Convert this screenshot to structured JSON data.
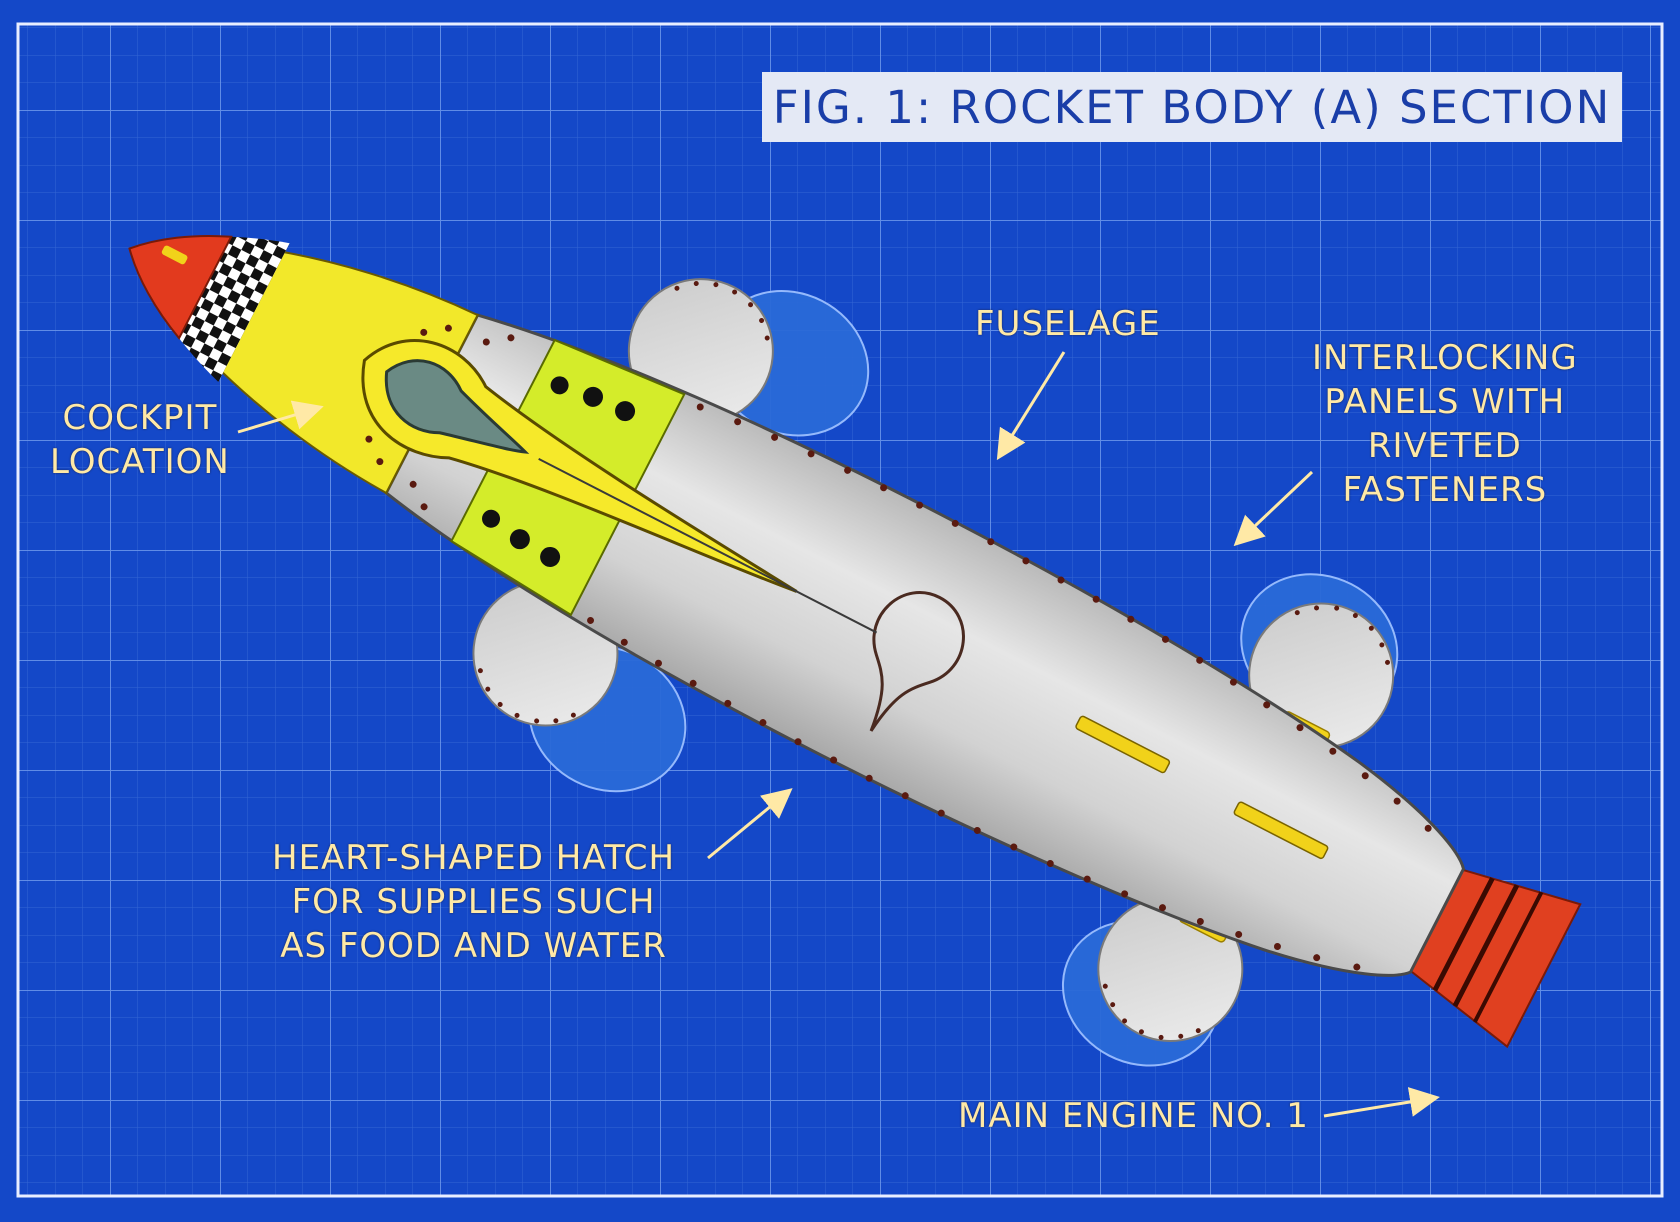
{
  "title": "FIG. 1: ROCKET BODY (A) SECTION",
  "labels": {
    "cockpit": [
      "COCKPIT",
      "LOCATION"
    ],
    "fuselage": [
      "FUSELAGE"
    ],
    "panels": [
      "INTERLOCKING",
      "PANELS WITH",
      "RIVETED",
      "FASTENERS"
    ],
    "hatch": [
      "HEART-SHAPED HATCH",
      "FOR SUPPLIES SUCH",
      "AS FOOD AND WATER"
    ],
    "engine": [
      "MAIN ENGINE NO. 1"
    ]
  },
  "colors": {
    "blueprint": "#1448c8",
    "grid": "#5d8ae6",
    "label": "#ffe9a6",
    "nose": "#e23a1e",
    "yellow": "#f6e92a",
    "lime": "#d4ec2a",
    "metal": "#d6d6d6",
    "engine": "#e04020"
  }
}
